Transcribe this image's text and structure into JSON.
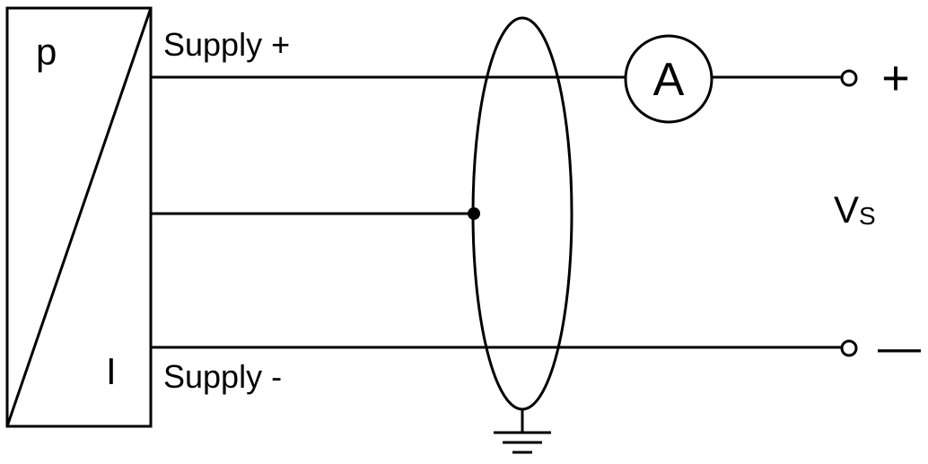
{
  "transducer": {
    "top_label": "p",
    "bottom_label": "I"
  },
  "terminals": {
    "supply_plus": "Supply +",
    "supply_minus": "Supply -"
  },
  "ammeter": {
    "label": "A"
  },
  "output": {
    "plus_sign": "+",
    "minus_sign": "—",
    "voltage_symbol": "V",
    "voltage_subscript": "S"
  },
  "colors": {
    "line": "#000000",
    "background": "#ffffff"
  }
}
